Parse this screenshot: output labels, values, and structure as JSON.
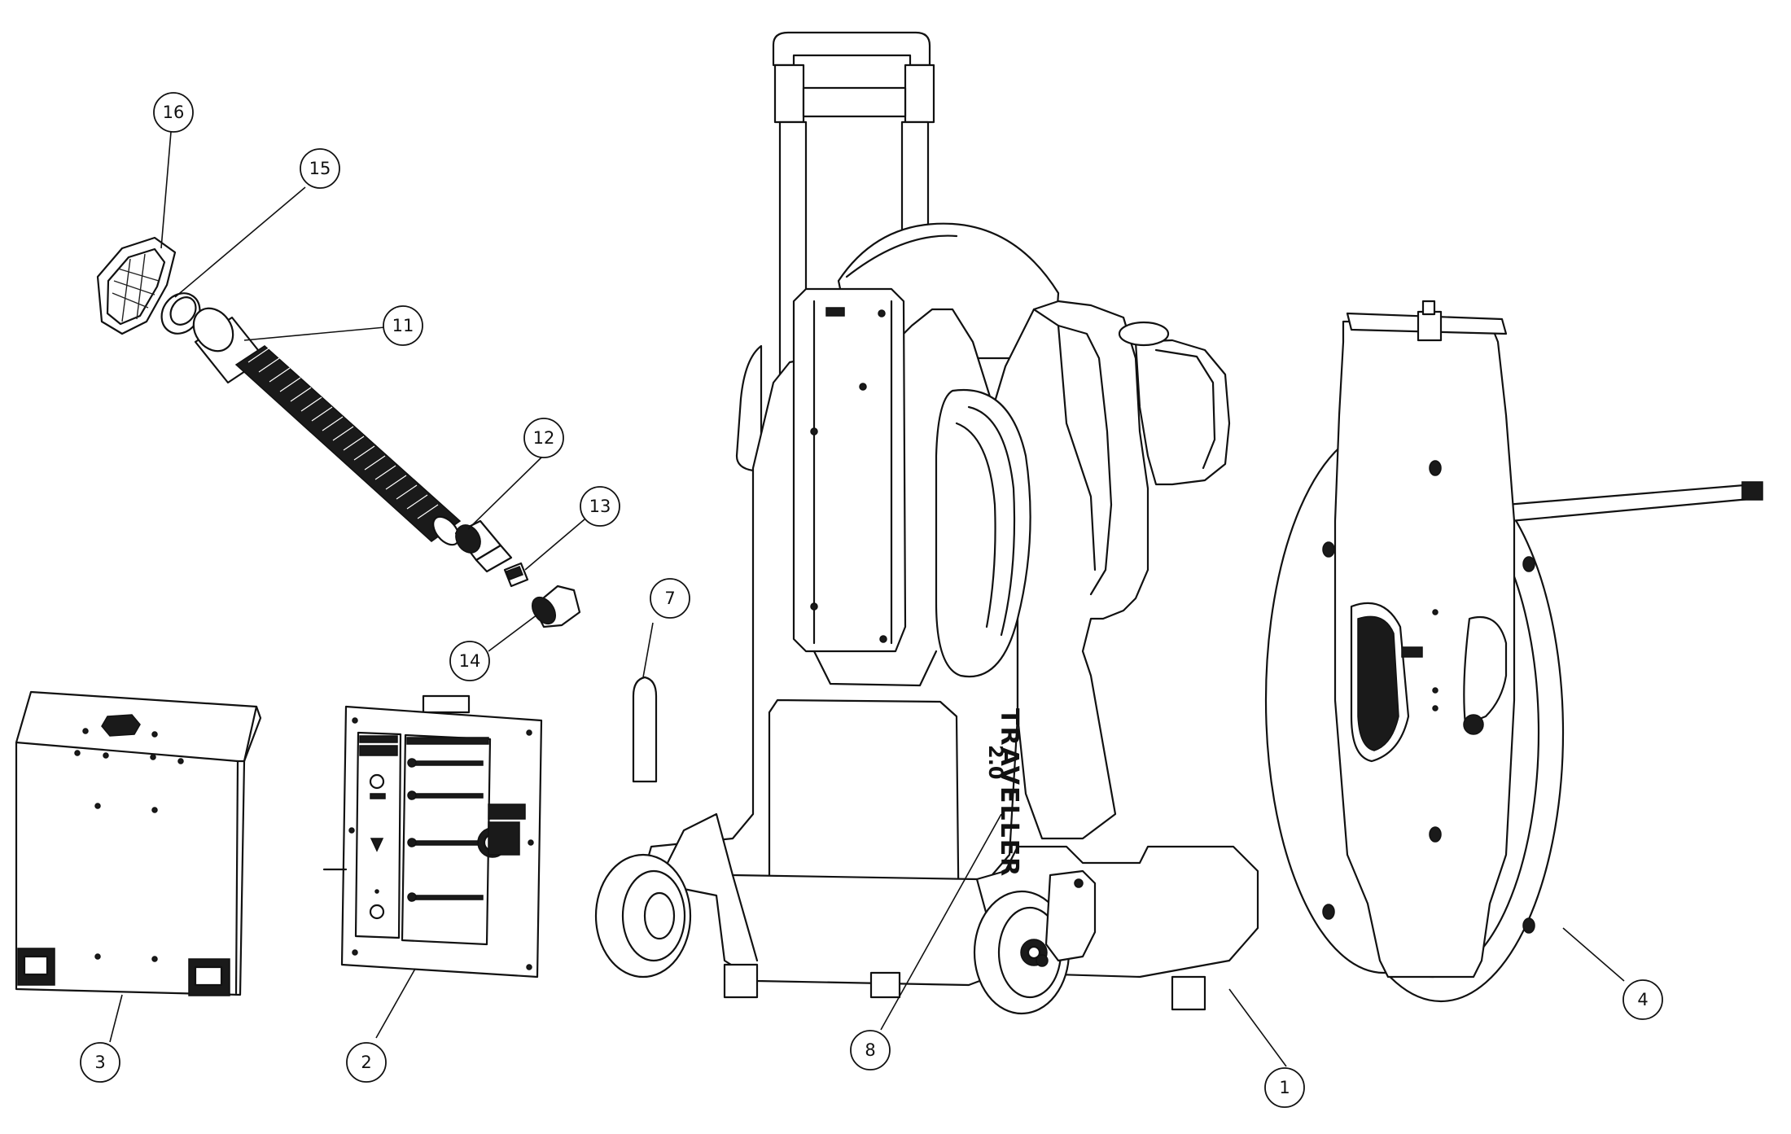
{
  "diagram": {
    "unit_brand": "TRAVELLER",
    "unit_brand_version": "2.0",
    "callouts": [
      {
        "id": "1",
        "label": "1"
      },
      {
        "id": "2",
        "label": "2"
      },
      {
        "id": "3",
        "label": "3"
      },
      {
        "id": "4",
        "label": "4"
      },
      {
        "id": "7",
        "label": "7"
      },
      {
        "id": "8",
        "label": "8"
      },
      {
        "id": "11",
        "label": "11"
      },
      {
        "id": "12",
        "label": "12"
      },
      {
        "id": "13",
        "label": "13"
      },
      {
        "id": "14",
        "label": "14"
      },
      {
        "id": "15",
        "label": "15"
      },
      {
        "id": "16",
        "label": "16"
      }
    ]
  }
}
